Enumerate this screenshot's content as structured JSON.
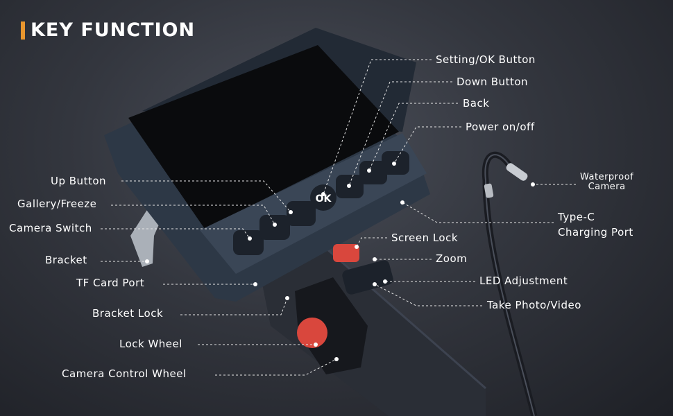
{
  "title": "KEY FUNCTION",
  "colors": {
    "accent": "#e8962e",
    "button_red": "#d9473d",
    "body": "#2b3544"
  },
  "buttons": {
    "ok": "OK"
  },
  "labels": {
    "setting_ok": "Setting/OK Button",
    "down": "Down Button",
    "back": "Back",
    "power": "Power on/off",
    "up": "Up Button",
    "gallery": "Gallery/Freeze",
    "camera_switch": "Camera Switch",
    "bracket": "Bracket",
    "tf_card": "TF Card Port",
    "bracket_lock": "Bracket Lock",
    "lock_wheel": "Lock Wheel",
    "camera_wheel": "Camera Control Wheel",
    "screen_lock": "Screen Lock",
    "zoom": "Zoom",
    "led": "LED Adjustment",
    "photo_video": "Take Photo/Video",
    "waterproof_1": "Waterproof",
    "waterproof_2": "Camera",
    "typec_1": "Type-C",
    "typec_2": "Charging Port"
  }
}
